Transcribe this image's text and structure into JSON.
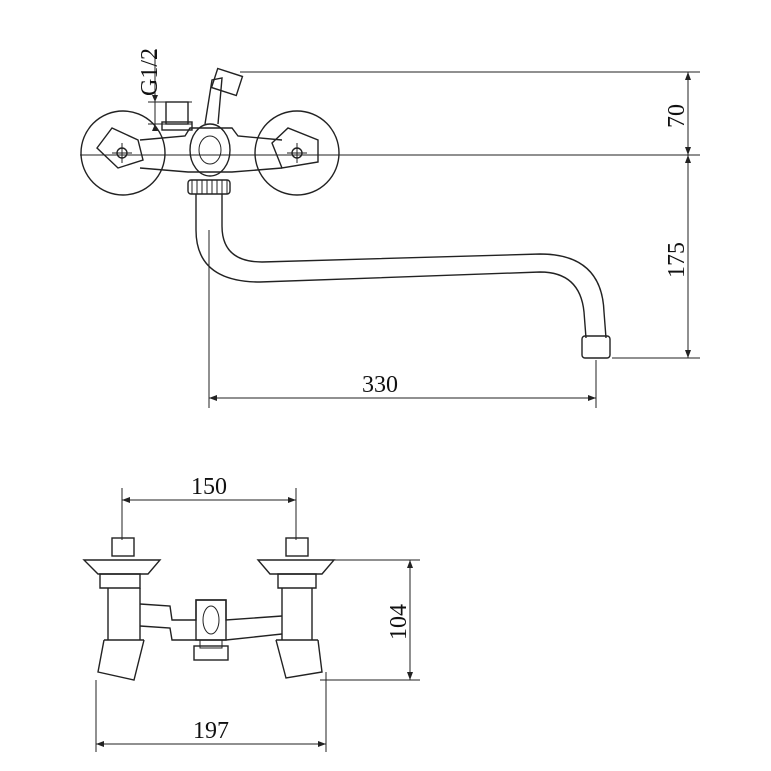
{
  "diagram": {
    "top_view": {
      "thread_label": "G1/2",
      "dim_height_upper": "70",
      "dim_height_lower": "175",
      "dim_spout_length": "330"
    },
    "front_view": {
      "dim_center_distance": "150",
      "dim_height": "104",
      "dim_overall_width": "197"
    }
  }
}
